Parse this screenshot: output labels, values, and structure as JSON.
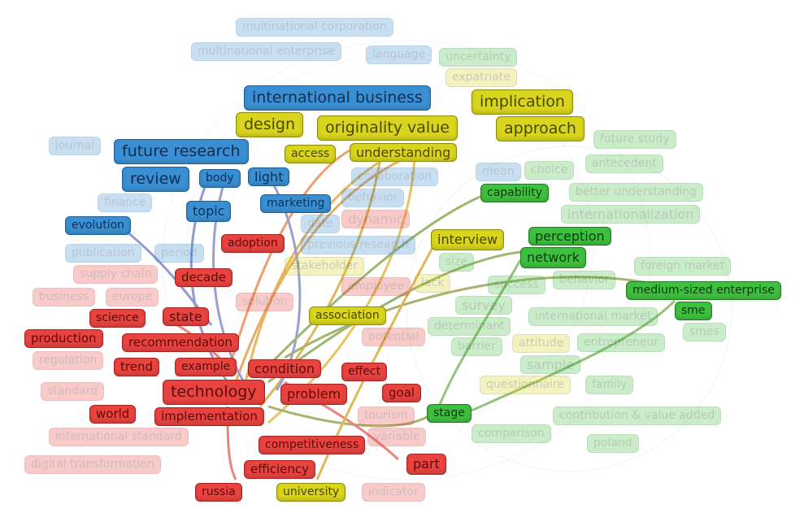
{
  "colors": {
    "cluster_red": "#e8433f",
    "cluster_blue": "#3a8fd2",
    "cluster_yellow": "#d9d41c",
    "cluster_green": "#3fbf3f"
  },
  "nodes": [
    {
      "label": "multinational corporation",
      "cluster": "blue"
    },
    {
      "label": "multinational enterprise",
      "cluster": "blue"
    },
    {
      "label": "language",
      "cluster": "blue"
    },
    {
      "label": "journal",
      "cluster": "blue"
    },
    {
      "label": "finance",
      "cluster": "blue"
    },
    {
      "label": "publication",
      "cluster": "blue"
    },
    {
      "label": "mean",
      "cluster": "blue"
    },
    {
      "label": "collaboration",
      "cluster": "blue"
    },
    {
      "label": "behavior",
      "cluster": "blue"
    },
    {
      "label": "date",
      "cluster": "blue"
    },
    {
      "label": "period",
      "cluster": "blue"
    },
    {
      "label": "previous research",
      "cluster": "blue"
    },
    {
      "label": "international business",
      "cluster": "blue"
    },
    {
      "label": "future research",
      "cluster": "blue"
    },
    {
      "label": "review",
      "cluster": "blue"
    },
    {
      "label": "body",
      "cluster": "blue"
    },
    {
      "label": "light",
      "cluster": "blue"
    },
    {
      "label": "topic",
      "cluster": "blue"
    },
    {
      "label": "marketing",
      "cluster": "blue"
    },
    {
      "label": "evolution",
      "cluster": "blue"
    },
    {
      "label": "expatriate",
      "cluster": "yellow"
    },
    {
      "label": "stakeholder",
      "cluster": "yellow"
    },
    {
      "label": "lack",
      "cluster": "yellow"
    },
    {
      "label": "attitude",
      "cluster": "yellow"
    },
    {
      "label": "questionnaire",
      "cluster": "yellow"
    },
    {
      "label": "implication",
      "cluster": "yellow"
    },
    {
      "label": "design",
      "cluster": "yellow"
    },
    {
      "label": "approach",
      "cluster": "yellow"
    },
    {
      "label": "understanding",
      "cluster": "yellow"
    },
    {
      "label": "originality value",
      "cluster": "yellow"
    },
    {
      "label": "access",
      "cluster": "yellow"
    },
    {
      "label": "interview",
      "cluster": "yellow"
    },
    {
      "label": "association",
      "cluster": "yellow"
    },
    {
      "label": "university",
      "cluster": "yellow"
    },
    {
      "label": "uncertainty",
      "cluster": "green"
    },
    {
      "label": "future study",
      "cluster": "green"
    },
    {
      "label": "choice",
      "cluster": "green"
    },
    {
      "label": "antecedent",
      "cluster": "green"
    },
    {
      "label": "better understanding",
      "cluster": "green"
    },
    {
      "label": "internationalization",
      "cluster": "green"
    },
    {
      "label": "size",
      "cluster": "green"
    },
    {
      "label": "foreign market",
      "cluster": "green"
    },
    {
      "label": "success",
      "cluster": "green"
    },
    {
      "label": "behavior",
      "cluster": "green"
    },
    {
      "label": "survey",
      "cluster": "green"
    },
    {
      "label": "determinant",
      "cluster": "green"
    },
    {
      "label": "international market",
      "cluster": "green"
    },
    {
      "label": "smes",
      "cluster": "green"
    },
    {
      "label": "barrier",
      "cluster": "green"
    },
    {
      "label": "entrepreneur",
      "cluster": "green"
    },
    {
      "label": "sample",
      "cluster": "green"
    },
    {
      "label": "family",
      "cluster": "green"
    },
    {
      "label": "comparison",
      "cluster": "green"
    },
    {
      "label": "contribution & value added",
      "cluster": "green"
    },
    {
      "label": "poland",
      "cluster": "green"
    },
    {
      "label": "capability",
      "cluster": "green"
    },
    {
      "label": "perception",
      "cluster": "green"
    },
    {
      "label": "network",
      "cluster": "green"
    },
    {
      "label": "medium-sized enterprise",
      "cluster": "green"
    },
    {
      "label": "sme",
      "cluster": "green"
    },
    {
      "label": "stage",
      "cluster": "green"
    },
    {
      "label": "dynamic",
      "cluster": "red"
    },
    {
      "label": "supply chain",
      "cluster": "red"
    },
    {
      "label": "employee",
      "cluster": "red"
    },
    {
      "label": "business",
      "cluster": "red"
    },
    {
      "label": "europe",
      "cluster": "red"
    },
    {
      "label": "solution",
      "cluster": "red"
    },
    {
      "label": "potential",
      "cluster": "red"
    },
    {
      "label": "regulation",
      "cluster": "red"
    },
    {
      "label": "standard",
      "cluster": "red"
    },
    {
      "label": "tourism",
      "cluster": "red"
    },
    {
      "label": "variable",
      "cluster": "red"
    },
    {
      "label": "international standard",
      "cluster": "red"
    },
    {
      "label": "digital transformation",
      "cluster": "red"
    },
    {
      "label": "indicator",
      "cluster": "red"
    },
    {
      "label": "adoption",
      "cluster": "red"
    },
    {
      "label": "decade",
      "cluster": "red"
    },
    {
      "label": "production",
      "cluster": "red"
    },
    {
      "label": "science",
      "cluster": "red"
    },
    {
      "label": "state",
      "cluster": "red"
    },
    {
      "label": "recommendation",
      "cluster": "red"
    },
    {
      "label": "example",
      "cluster": "red"
    },
    {
      "label": "trend",
      "cluster": "red"
    },
    {
      "label": "effect",
      "cluster": "red"
    },
    {
      "label": "condition",
      "cluster": "red"
    },
    {
      "label": "implementation",
      "cluster": "red"
    },
    {
      "label": "world",
      "cluster": "red"
    },
    {
      "label": "technology",
      "cluster": "red"
    },
    {
      "label": "problem",
      "cluster": "red"
    },
    {
      "label": "goal",
      "cluster": "red"
    },
    {
      "label": "competitiveness",
      "cluster": "red"
    },
    {
      "label": "part",
      "cluster": "red"
    },
    {
      "label": "russia",
      "cluster": "red"
    },
    {
      "label": "efficiency",
      "cluster": "red"
    }
  ]
}
